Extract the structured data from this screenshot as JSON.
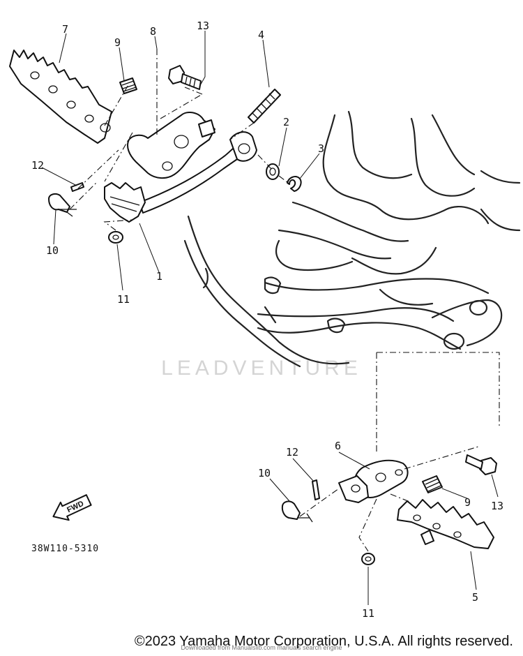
{
  "diagram": {
    "callouts": {
      "c1": "1",
      "c2": "2",
      "c3": "3",
      "c4": "4",
      "c5": "5",
      "c6": "6",
      "c7": "7",
      "c8": "8",
      "c9a": "9",
      "c9b": "9",
      "c10a": "10",
      "c10b": "10",
      "c11a": "11",
      "c11b": "11",
      "c12a": "12",
      "c12b": "12",
      "c13a": "13",
      "c13b": "13"
    },
    "diagram_code": "38W110-5310",
    "fwd_label": "FWD",
    "watermark": "LEADVENTURE",
    "copyright": "©2023 Yamaha Motor Corporation, U.S.A. All rights reserved.",
    "footer_faint": "Downloaded from Manualslib.com manuals search engine"
  }
}
